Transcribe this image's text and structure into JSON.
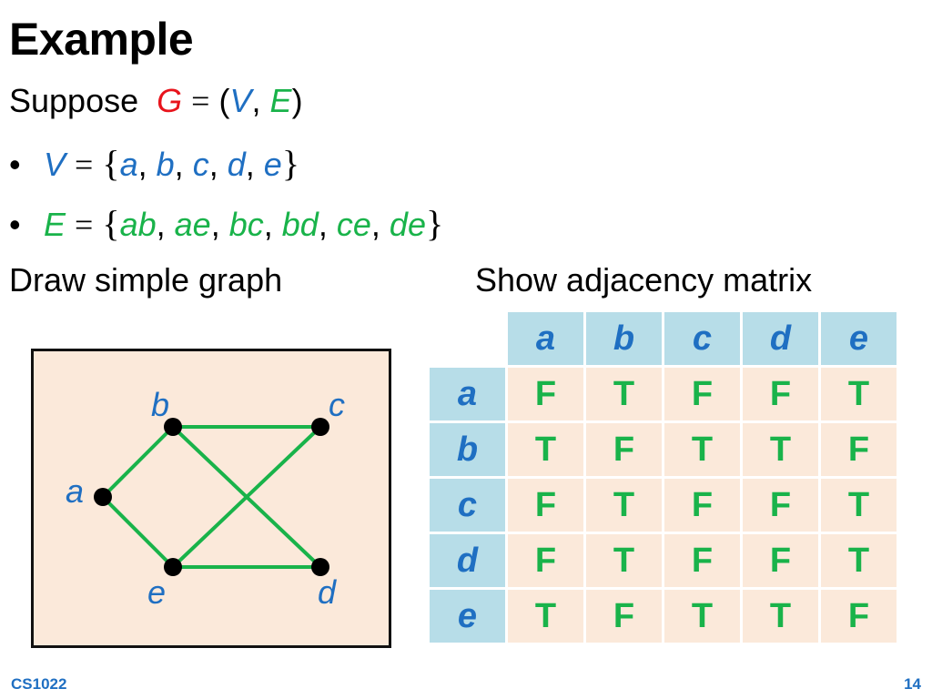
{
  "slide": {
    "title": "Example",
    "suppose_text": "Suppose",
    "graph_symbol": "G",
    "equals": "=",
    "open_paren": "(",
    "v_symbol": "V",
    "comma": ",",
    "e_symbol": "E",
    "close_paren": ")",
    "bullet": "•",
    "open_brace": "{",
    "close_brace": "}",
    "vertices": [
      "a",
      "b",
      "c",
      "d",
      "e"
    ],
    "edges": [
      "ab",
      "ae",
      "bc",
      "bd",
      "ce",
      "de"
    ],
    "left_heading": "Draw simple graph",
    "right_heading": "Show adjacency matrix",
    "footer_left": "CS1022",
    "page_number": "14"
  },
  "graph": {
    "vertex_labels": {
      "a": "a",
      "b": "b",
      "c": "c",
      "d": "d",
      "e": "e"
    },
    "edge_color": "#19b34a",
    "label_color": "#1f6fc2",
    "box_color": "#fbe9da"
  },
  "matrix": {
    "headers": [
      "a",
      "b",
      "c",
      "d",
      "e"
    ],
    "rows": [
      {
        "label": "a",
        "values": [
          "F",
          "T",
          "F",
          "F",
          "T"
        ]
      },
      {
        "label": "b",
        "values": [
          "T",
          "F",
          "T",
          "T",
          "F"
        ]
      },
      {
        "label": "c",
        "values": [
          "F",
          "T",
          "F",
          "F",
          "T"
        ]
      },
      {
        "label": "d",
        "values": [
          "F",
          "T",
          "F",
          "F",
          "T"
        ]
      },
      {
        "label": "e",
        "values": [
          "T",
          "F",
          "T",
          "T",
          "F"
        ]
      }
    ]
  },
  "colors": {
    "red": "#e8141c",
    "blue": "#1f6fc2",
    "green": "#19b34a",
    "header_bg": "#b7dde8",
    "cell_bg": "#fbe9da"
  }
}
